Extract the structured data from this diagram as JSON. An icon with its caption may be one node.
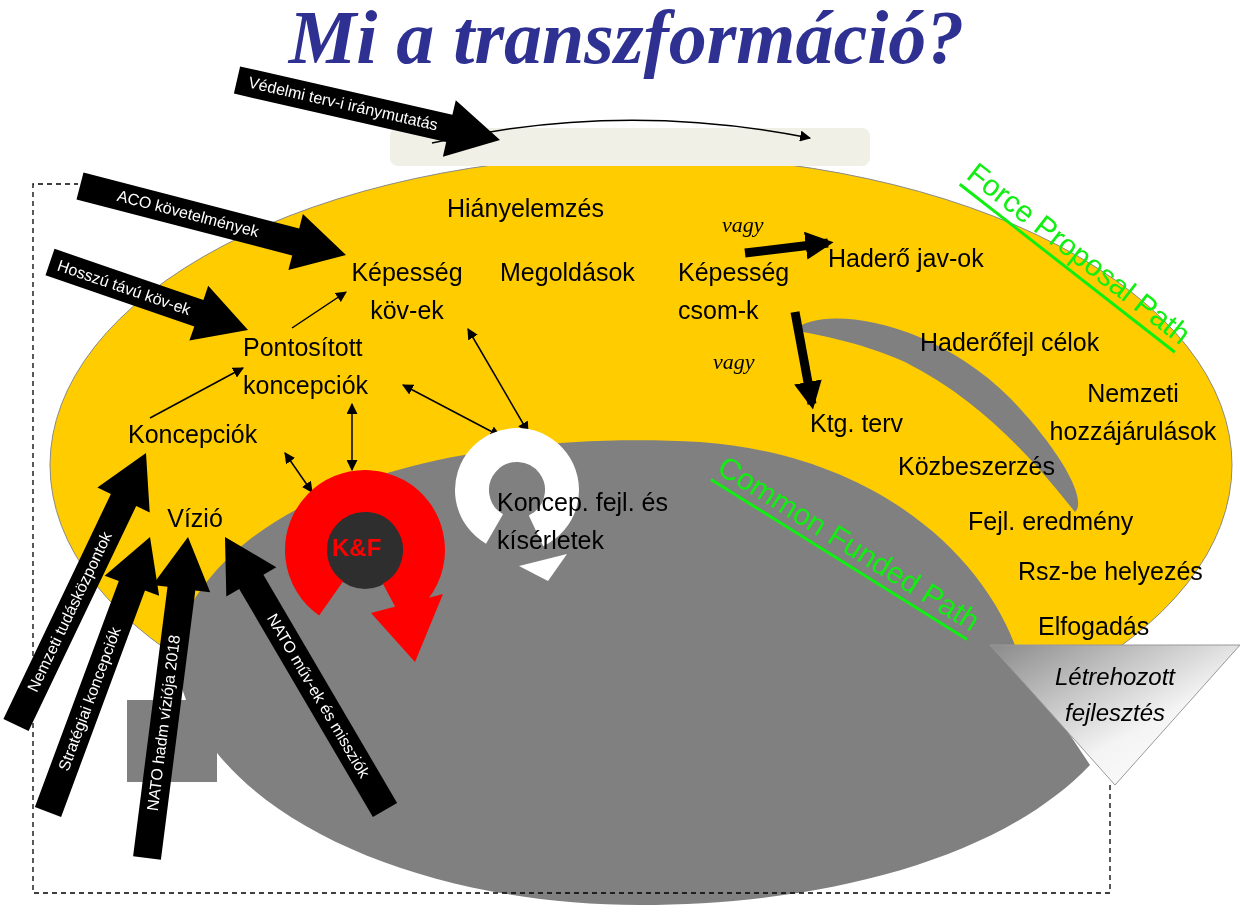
{
  "diagram": {
    "title": "Mi a transzformáció?",
    "nodes": [
      {
        "text": [],
        "shape": "box"
      },
      {
        "text": [
          "Hiányelemzés"
        ]
      },
      {
        "text": [
          "Képesség köv-ek"
        ]
      },
      {
        "text": [
          "Megoldások"
        ]
      },
      {
        "text": [
          "Képesség csom-k"
        ]
      },
      {
        "text": [
          "Haderő jav-ok"
        ]
      },
      {
        "text": [
          "Pontosított koncepciók"
        ]
      },
      {
        "text": [
          "Haderőfejl célok"
        ]
      },
      {
        "text": [
          "Koncepciók"
        ]
      },
      {
        "text": [
          "Nemzeti hozzájárulások"
        ]
      },
      {
        "text": [
          "Ktg. terv"
        ]
      },
      {
        "text": [
          "Közbeszerzés"
        ]
      },
      {
        "text": [
          "K&F"
        ]
      },
      {
        "text": [
          "Koncep. fejl. és kísérletek"
        ]
      },
      {
        "text": [
          "Vízió"
        ]
      },
      {
        "text": [
          "Fejl. eredmény"
        ]
      },
      {
        "text": [
          "Rsz-be helyezés"
        ]
      },
      {
        "text": [
          "Elfogadás"
        ]
      },
      {
        "text": [
          "Létrehozott fejlesztés"
        ]
      }
    ],
    "edges": [
      {
        "from": null,
        "to": 0,
        "arrow": "to",
        "label": "Védelmi terv-i iránymutatás",
        "style": "thick"
      },
      {
        "from": null,
        "to": 0,
        "arrow": "to"
      },
      {
        "from": null,
        "to": 2,
        "arrow": "to",
        "label": "ACO követelmények",
        "style": "thick"
      },
      {
        "from": null,
        "to": 6,
        "arrow": "to",
        "label": "Hosszú távú köv-ek",
        "style": "thick"
      },
      {
        "from": 8,
        "to": 6,
        "arrow": "to"
      },
      {
        "from": 6,
        "to": 2,
        "arrow": "to"
      },
      {
        "from": 8,
        "to": 12,
        "arrow": "both"
      },
      {
        "from": 6,
        "to": 12,
        "arrow": "both"
      },
      {
        "from": 6,
        "to": 13,
        "arrow": "both"
      },
      {
        "from": 2,
        "to": 13,
        "arrow": "both"
      },
      {
        "from": 4,
        "to": 5,
        "arrow": "to",
        "label": "vagy",
        "style": "thick"
      },
      {
        "from": 4,
        "to": 10,
        "arrow": "to",
        "label": "vagy",
        "style": "thick"
      },
      {
        "from": 18,
        "to": null,
        "arrow": "none",
        "style": "dashed"
      },
      {
        "from": null,
        "to": 8,
        "arrow": "to",
        "label": "Nemzeti tudásközpontok",
        "style": "thick"
      },
      {
        "from": null,
        "to": 14,
        "arrow": "to",
        "label": "Stratégiai koncepciók",
        "style": "thick"
      },
      {
        "from": null,
        "to": 14,
        "arrow": "to",
        "label": "NATO hadm víziója 2018",
        "style": "thick"
      },
      {
        "from": null,
        "to": 14,
        "arrow": "to",
        "label": "NATO műv-ek és missziók",
        "style": "thick"
      }
    ],
    "labels": [
      "Force Proposal Path",
      "Common Funded Path"
    ]
  }
}
